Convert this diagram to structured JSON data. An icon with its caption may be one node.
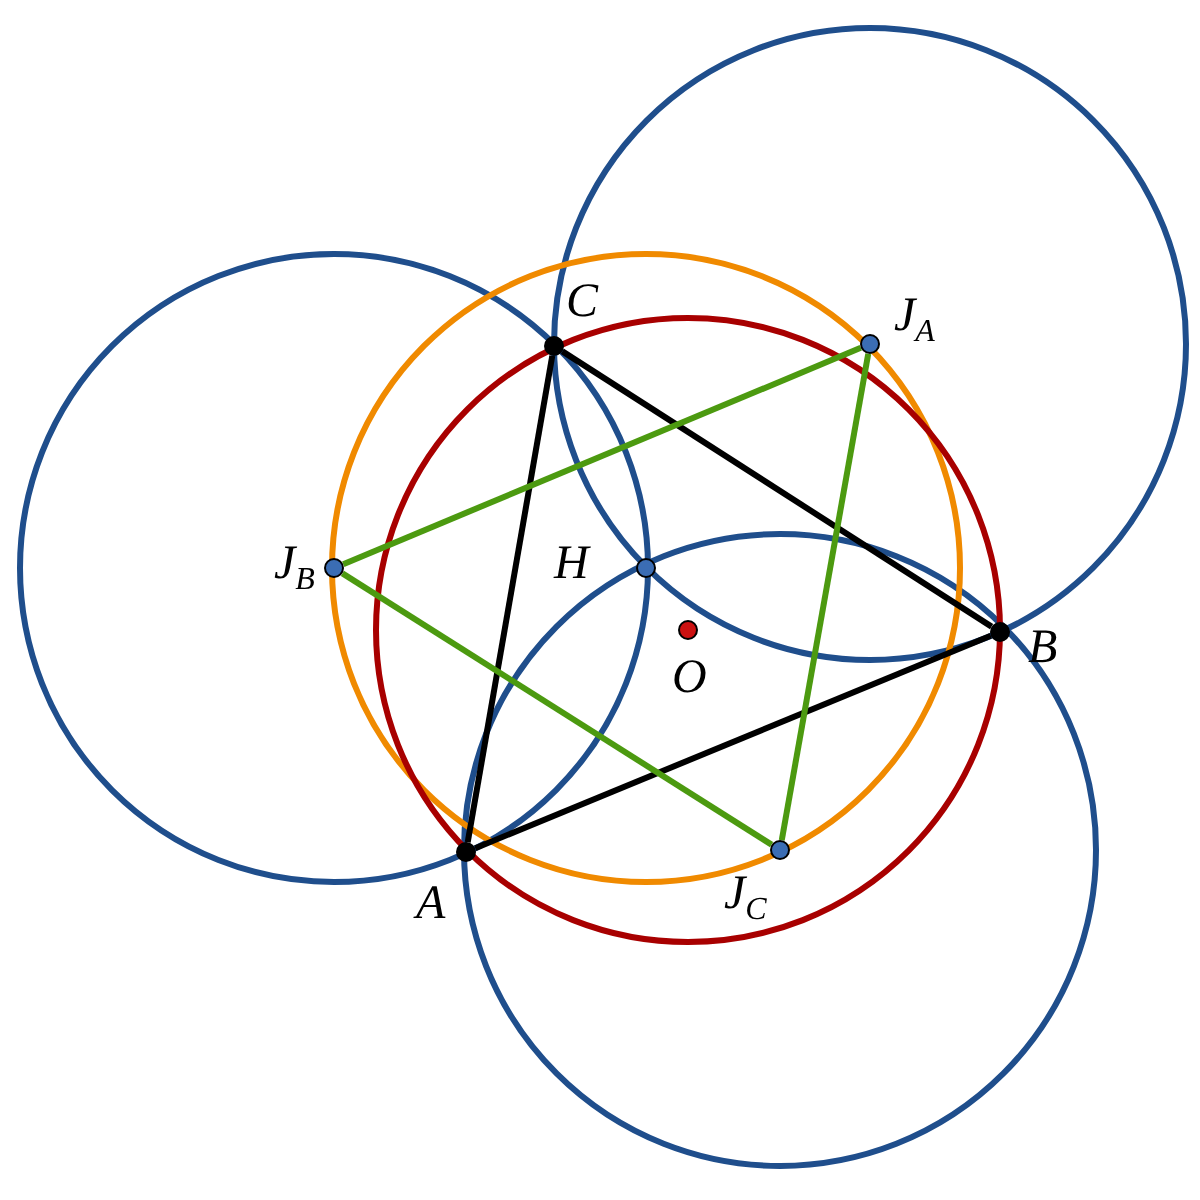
{
  "diagram": {
    "nodes": [
      {
        "text": [
          "A"
        ]
      },
      {
        "text": [
          "B"
        ]
      },
      {
        "text": [
          "C"
        ]
      },
      {
        "text": [
          "H"
        ]
      },
      {
        "text": [
          "O"
        ]
      },
      {
        "text": [
          "J$_{A}$"
        ]
      },
      {
        "text": [
          "J$_{B}$"
        ]
      },
      {
        "text": [
          "J$_{C}$"
        ]
      }
    ],
    "edges": [
      {
        "from": 0,
        "to": 1,
        "arrow": "none",
        "color": "#000000"
      },
      {
        "from": 1,
        "to": 2,
        "arrow": "none",
        "color": "#000000"
      },
      {
        "from": 2,
        "to": 0,
        "arrow": "none",
        "color": "#000000"
      },
      {
        "from": 5,
        "to": 6,
        "arrow": "none",
        "color": "#4c9a10"
      },
      {
        "from": 6,
        "to": 7,
        "arrow": "none",
        "color": "#4c9a10"
      },
      {
        "from": 7,
        "to": 5,
        "arrow": "none",
        "color": "#4c9a10"
      }
    ]
  }
}
